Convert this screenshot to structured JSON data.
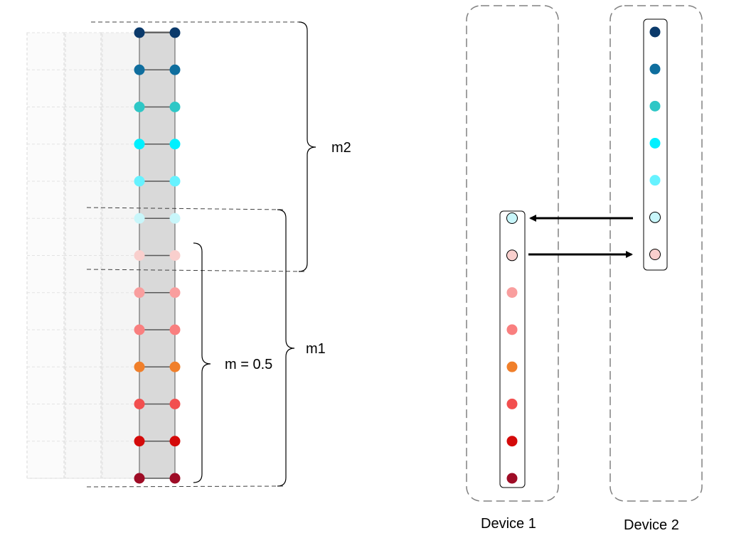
{
  "diagram": {
    "left": {
      "node_colors": [
        "#0b3a6b",
        "#0f6e9e",
        "#2ec7c6",
        "#00f0ff",
        "#66f2ff",
        "#c8f6fa",
        "#f9cfcd",
        "#f99e9e",
        "#f97f7f",
        "#f07f2a",
        "#f24f4f",
        "#d40a0a",
        "#9e0c26"
      ],
      "brackets": {
        "m2": {
          "label": "m2"
        },
        "m1": {
          "label": "m1"
        },
        "m05": {
          "label": "m = 0.5"
        }
      }
    },
    "device1": {
      "label": "Device 1",
      "node_colors": [
        "#c8f6fa",
        "#f9cfcd",
        "#f99e9e",
        "#f97f7f",
        "#f07f2a",
        "#f24f4f",
        "#d40a0a",
        "#9e0c26"
      ]
    },
    "device2": {
      "label": "Device 2",
      "node_colors": [
        "#0b3a6b",
        "#0f6e9e",
        "#2ec7c6",
        "#00f0ff",
        "#66f2ff",
        "#c8f6fa",
        "#f9cfcd"
      ]
    },
    "colors": {
      "column_fill": "#d9d9d9",
      "line": "#595959",
      "dashed": "#808080",
      "ghost": "#d9d9d9"
    }
  }
}
